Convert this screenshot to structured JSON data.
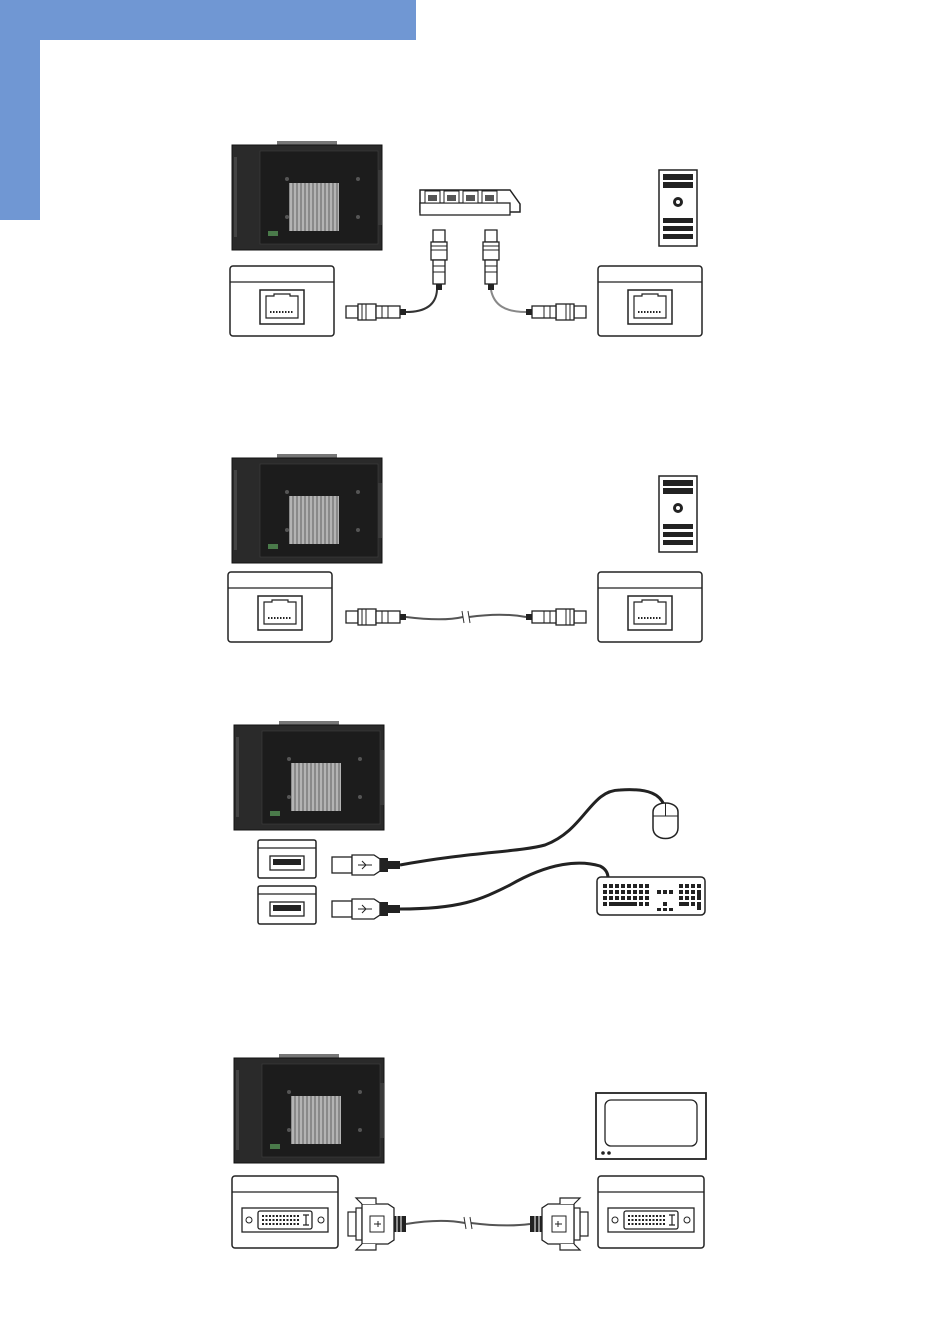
{
  "colors": {
    "accent": "#7097d3",
    "panel": "#2a2a2a",
    "heatsink": "#9c9c9c",
    "stroke": "#222222",
    "cable": "#333333",
    "cable_light": "#888888"
  },
  "diagrams": [
    {
      "id": "lan-via-hub",
      "device": "panel-pc",
      "port": "rj45-port",
      "via": "network-hub",
      "target": "tower-pc"
    },
    {
      "id": "lan-direct",
      "device": "panel-pc",
      "port": "rj45-port",
      "via": "crossover-cable",
      "target": "tower-pc"
    },
    {
      "id": "usb-peripherals",
      "device": "panel-pc",
      "port": "usb-port",
      "via": "usb-cable",
      "target": "mouse-and-keyboard"
    },
    {
      "id": "dvi-monitor",
      "device": "panel-pc",
      "port": "dvi-port",
      "via": "dvi-cable",
      "target": "monitor"
    }
  ]
}
